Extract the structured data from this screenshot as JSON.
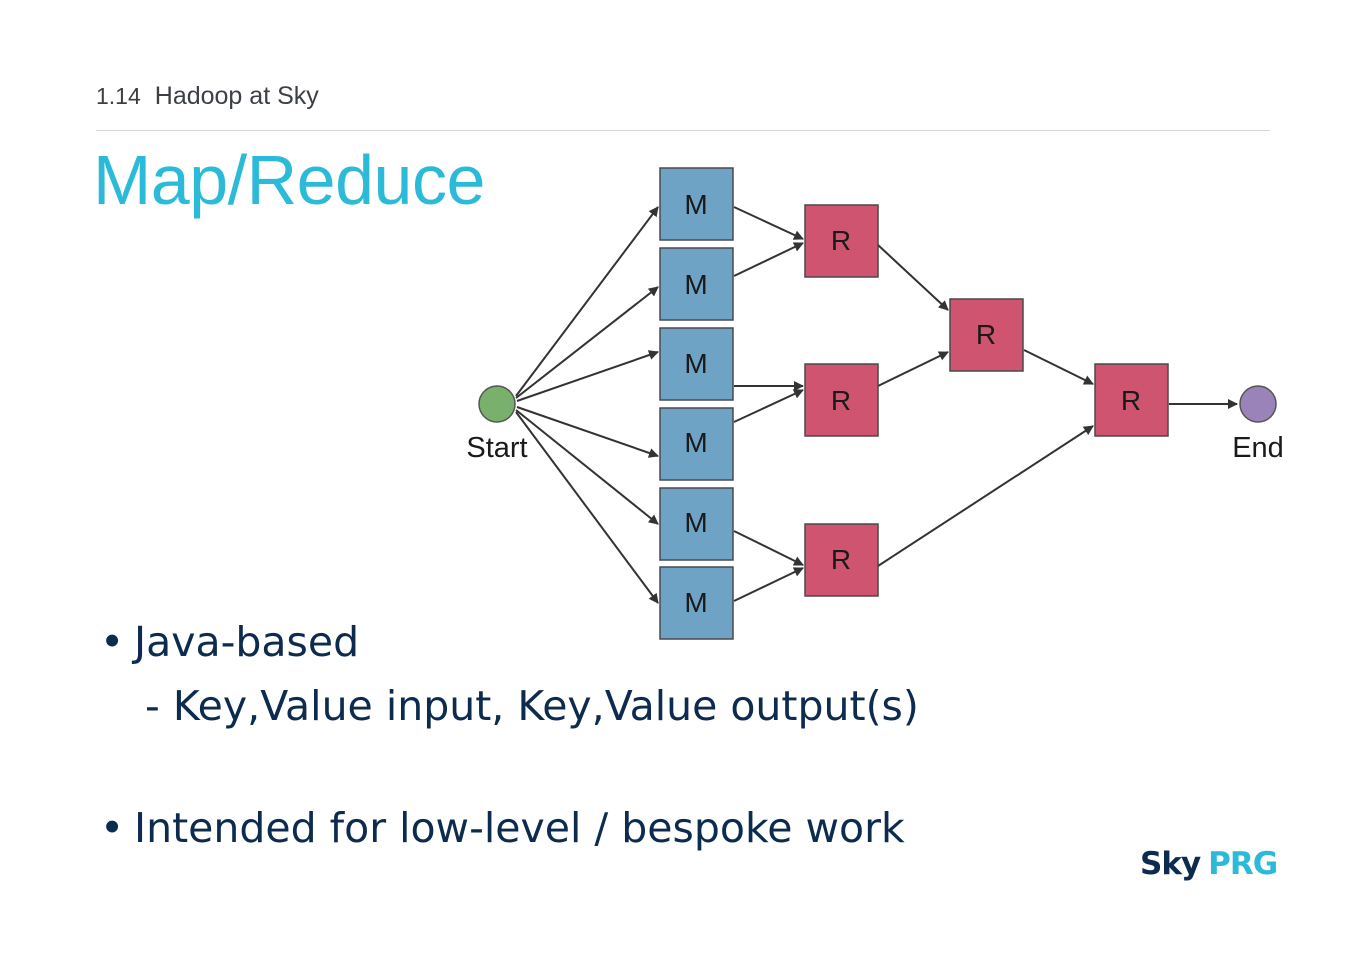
{
  "header": {
    "section_number": "1.14",
    "section_title": "Hadoop at Sky"
  },
  "title": "Map/Reduce",
  "diagram": {
    "colors": {
      "map": "#6fa3c6",
      "reduce": "#cf5470",
      "start": "#78b06c",
      "end": "#9a83b8",
      "arrow": "#333333"
    },
    "start_label": "Start",
    "end_label": "End",
    "map_label": "M",
    "reduce_label": "R"
  },
  "bullets": [
    {
      "text": "Java-based",
      "sub": "- Key,Value input, Key,Value output(s)"
    },
    {
      "text": "Intended for low-level / bespoke work"
    }
  ],
  "logo": {
    "sky": "Sky",
    "prg": "PRG"
  }
}
